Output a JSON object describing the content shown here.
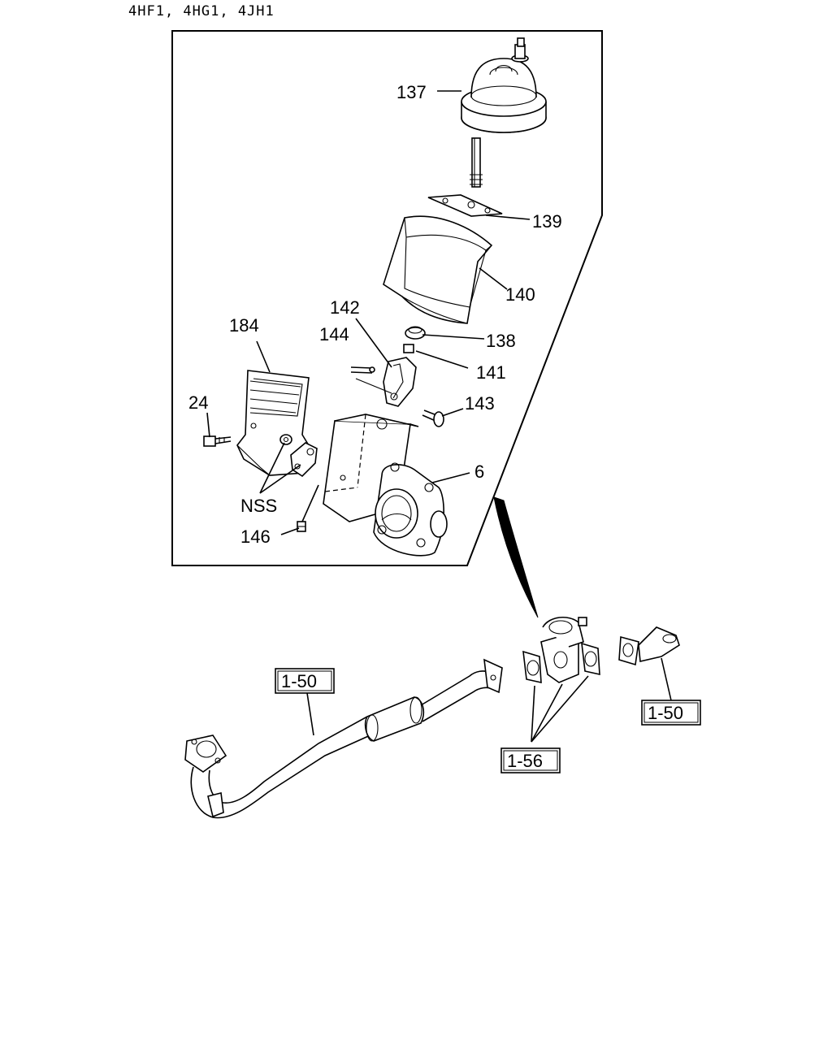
{
  "header": {
    "engine_models": "4HF1, 4HG1, 4JH1"
  },
  "callouts": {
    "p137": "137",
    "p139": "139",
    "p140": "140",
    "p142": "142",
    "p138": "138",
    "p144": "144",
    "p141": "141",
    "p184": "184",
    "p143": "143",
    "p24": "24",
    "p6": "6",
    "nss": "NSS",
    "p146": "146"
  },
  "references": {
    "ref_left": "1-50",
    "ref_right": "1-50",
    "ref_bottom": "1-56"
  }
}
